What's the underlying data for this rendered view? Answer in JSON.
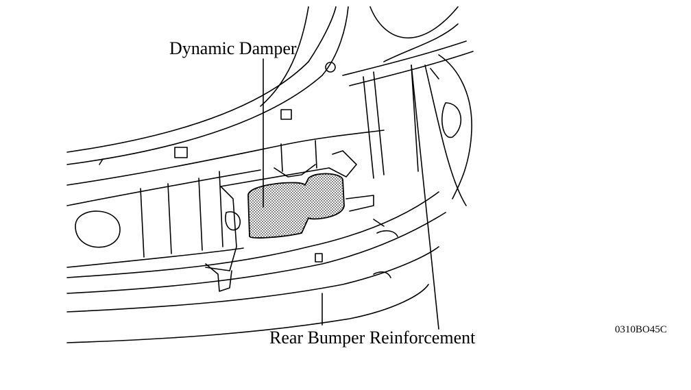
{
  "labels": {
    "dynamic_damper": "Dynamic Damper",
    "rear_bumper_reinforcement": "Rear Bumper Reinforcement",
    "figure_code": "0310BO45C"
  },
  "colors": {
    "line": "#000000",
    "background": "#ffffff",
    "damper_hatch": "#555555"
  }
}
